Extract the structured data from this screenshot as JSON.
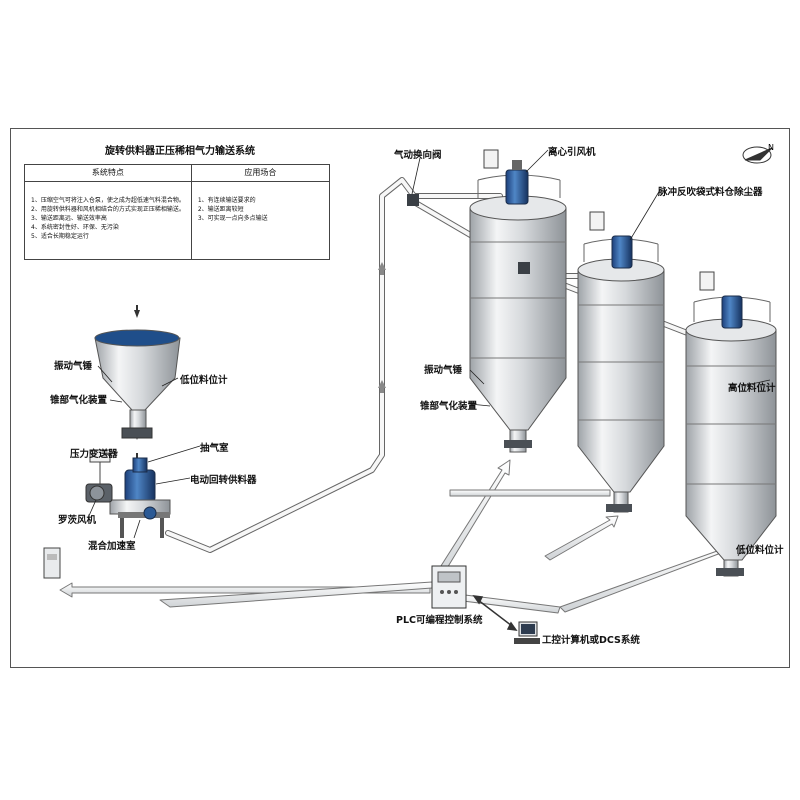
{
  "title": "旋转供料器正压稀相气力输送系统",
  "table": {
    "features_header": "系统特点",
    "applications_header": "应用场合",
    "features": [
      "1、压缩空气可将注入仓泵，使之成为超低速气料混合物。",
      "2、用旋转供料器和风机相结合的方式实现正压稀相输送。",
      "3、输送距离远、输送效率高",
      "4、系统密封性好、环保、无污染",
      "5、适合长期稳定运行"
    ],
    "applications": [
      "1、有连续输送要求的",
      "2、输送距离较短",
      "3、可实现一点向多点输送"
    ]
  },
  "labels": {
    "vibrator_left": "振动气锤",
    "aerator_left": "锥部气化装置",
    "low_level_left": "低位料位计",
    "pressure_transmitter": "压力变送器",
    "suction_chamber": "抽气室",
    "rotary_feeder": "电动回转供料器",
    "roots_blower": "罗茨风机",
    "mixing_chamber": "混合加速室",
    "diverter_valve": "气动换向阀",
    "centrifugal_fan": "离心引风机",
    "dust_collector": "脉冲反吹袋式料仓除尘器",
    "vibrator_right": "振动气锤",
    "aerator_right": "锥部气化装置",
    "high_level": "高位料位计",
    "low_level_right": "低位料位计",
    "plc": "PLC可编程控制系统",
    "dcs": "工控计算机或DCS系统",
    "north": "N"
  }
}
